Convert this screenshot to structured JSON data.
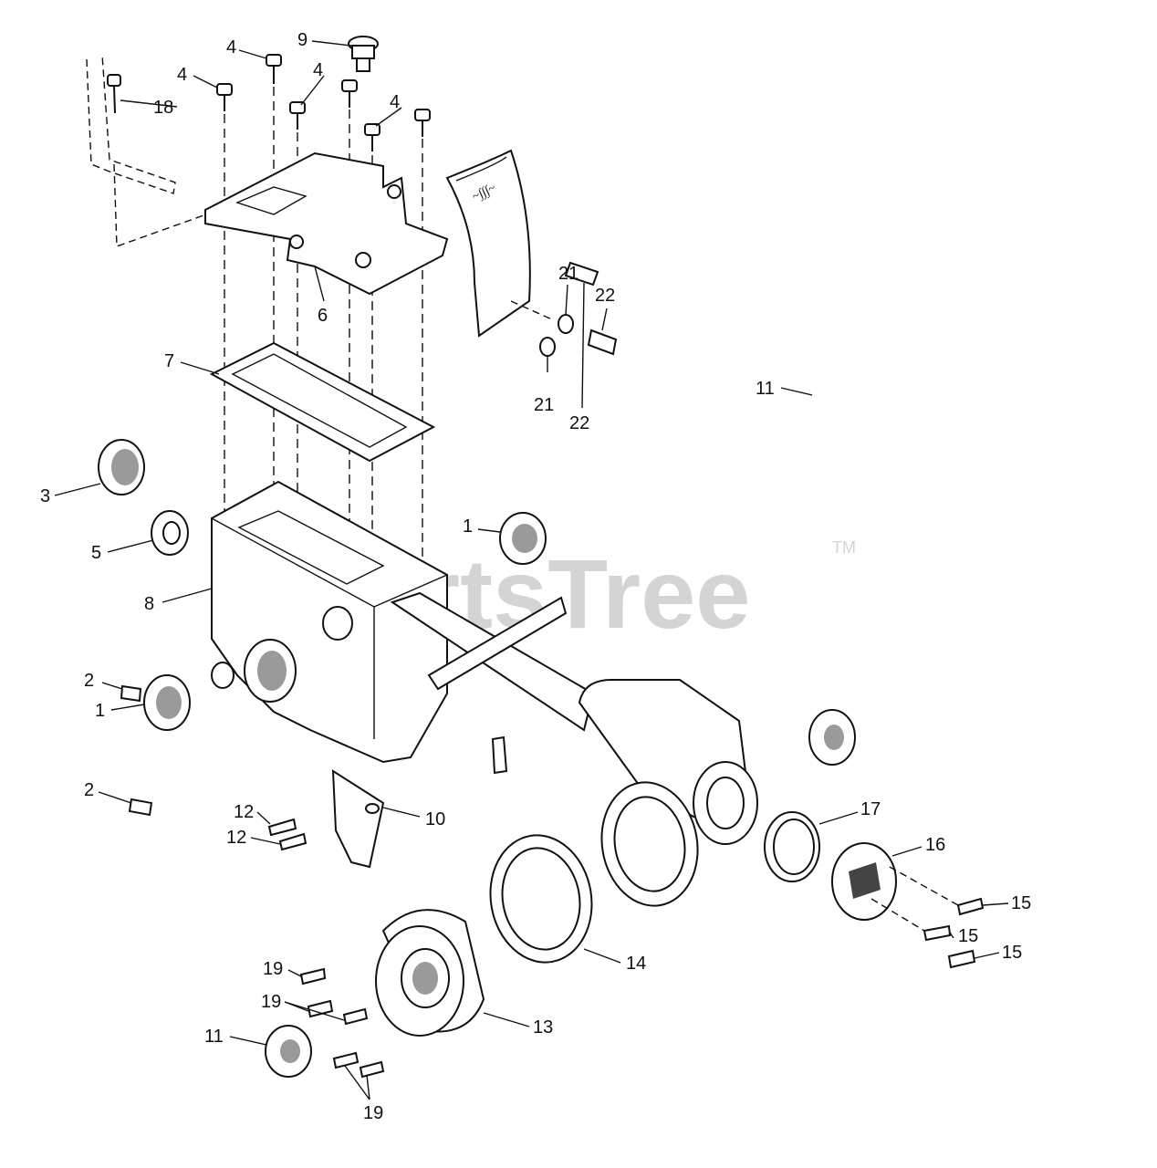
{
  "watermark": {
    "brand": "PartsTree",
    "trademark": "TM"
  },
  "callouts": {
    "c1a": "1",
    "c1b": "1",
    "c2a": "2",
    "c2b": "2",
    "c3": "3",
    "c4a": "4",
    "c4b": "4",
    "c4c": "4",
    "c4d": "4",
    "c5": "5",
    "c6": "6",
    "c7": "7",
    "c8": "8",
    "c9": "9",
    "c10": "10",
    "c11a": "11",
    "c11b": "11",
    "c12a": "12",
    "c12b": "12",
    "c13": "13",
    "c14": "14",
    "c15a": "15",
    "c15b": "15",
    "c15c": "15",
    "c16": "16",
    "c17": "17",
    "c18": "18",
    "c19a": "19",
    "c19b": "19",
    "c19c": "19",
    "c21a": "21",
    "c21b": "21",
    "c22a": "22",
    "c22b": "22"
  }
}
